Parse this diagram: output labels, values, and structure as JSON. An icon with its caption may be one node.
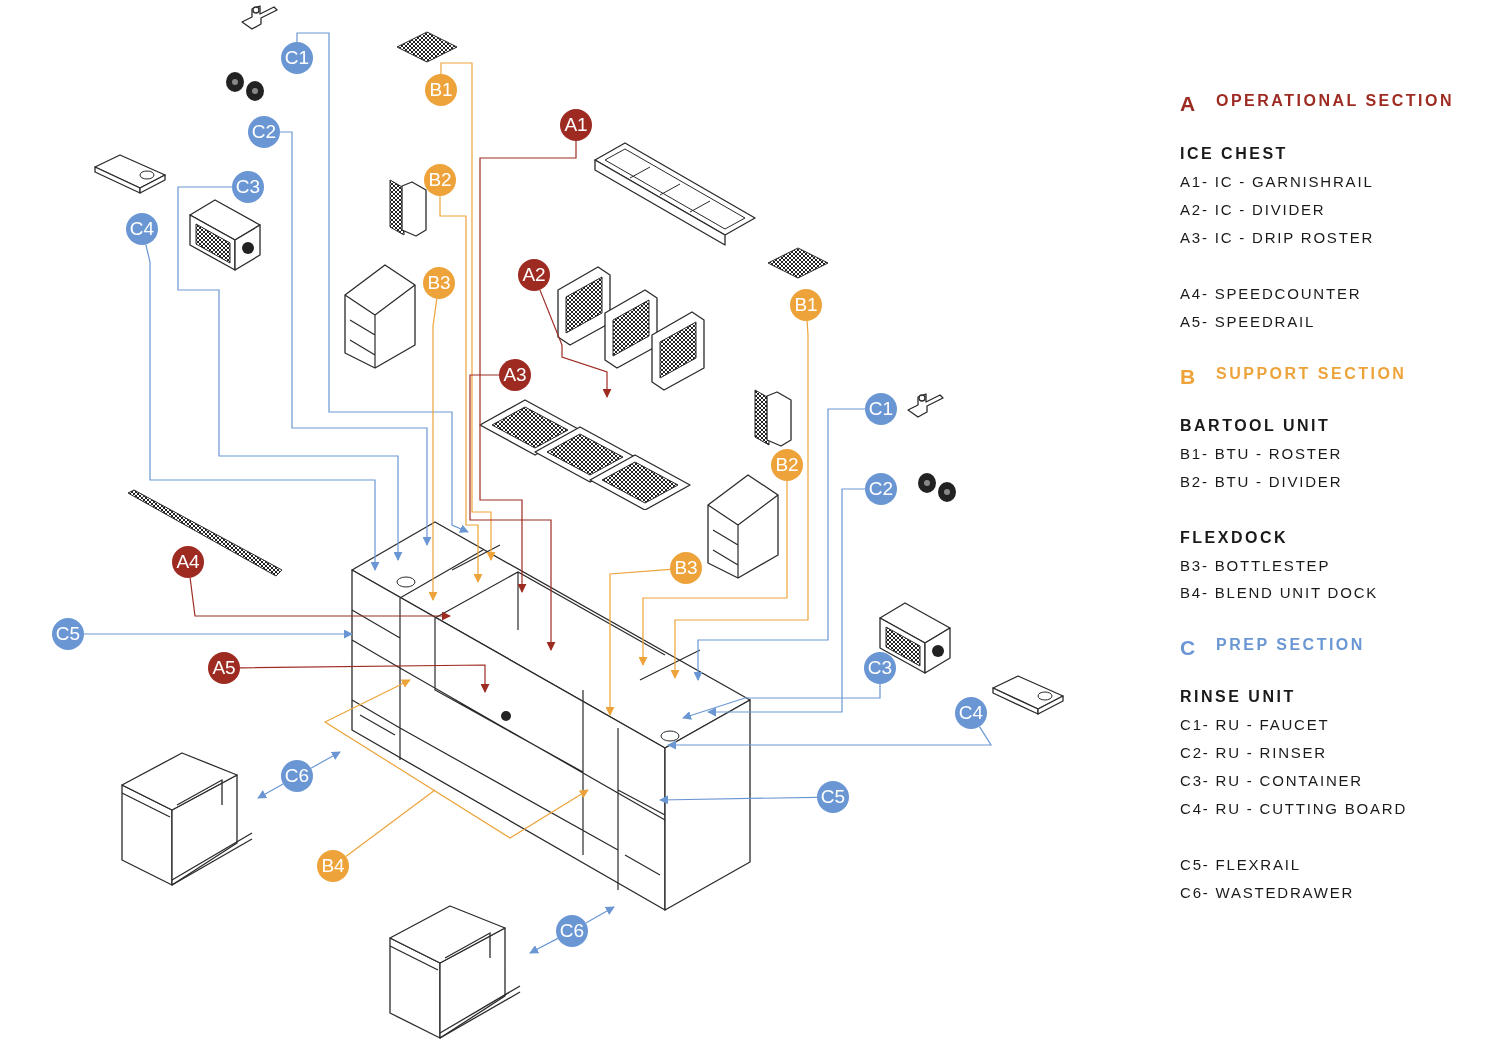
{
  "diagram": {
    "nodes": [
      {
        "text": [
          "C1"
        ]
      },
      {
        "text": [
          "B1"
        ]
      },
      {
        "text": [
          "A1"
        ]
      },
      {
        "text": [
          "C2"
        ]
      },
      {
        "text": [
          "B2"
        ]
      },
      {
        "text": [
          "C3"
        ]
      },
      {
        "text": [
          "C4"
        ]
      },
      {
        "text": [
          "A2"
        ]
      },
      {
        "text": [
          "B3"
        ]
      },
      {
        "text": [
          "B1"
        ]
      },
      {
        "text": [
          "A3"
        ]
      },
      {
        "text": [
          "C1"
        ]
      },
      {
        "text": [
          "B2"
        ]
      },
      {
        "text": [
          "C2"
        ]
      },
      {
        "text": [
          "A4"
        ]
      },
      {
        "text": [
          "B3"
        ]
      },
      {
        "text": [
          "C5"
        ]
      },
      {
        "text": [
          "C3"
        ]
      },
      {
        "text": [
          "A5"
        ]
      },
      {
        "text": [
          "C4"
        ]
      },
      {
        "text": [
          "C6"
        ]
      },
      {
        "text": [
          "C5"
        ]
      },
      {
        "text": [
          "B4"
        ]
      },
      {
        "text": [
          "C6"
        ]
      },
      {
        "text": [],
        "shape": "picture"
      },
      {
        "text": [],
        "shape": "picture"
      },
      {
        "text": [],
        "shape": "picture"
      },
      {
        "text": [],
        "shape": "picture"
      }
    ],
    "edges": [
      {
        "from": 0,
        "to": 24,
        "arrow": "to"
      },
      {
        "from": 1,
        "to": 24,
        "arrow": "to",
        "color": "#eda33a"
      },
      {
        "from": 2,
        "to": 24,
        "arrow": "to",
        "color": "#9e2b22"
      },
      {
        "from": 3,
        "to": 24,
        "arrow": "to"
      },
      {
        "from": 4,
        "to": 24,
        "arrow": "to",
        "color": "#eda33a"
      },
      {
        "from": 5,
        "to": 24,
        "arrow": "to"
      },
      {
        "from": 6,
        "to": 24,
        "arrow": "to"
      },
      {
        "from": 7,
        "to": 27,
        "arrow": "to",
        "color": "#9e2b22"
      },
      {
        "from": 8,
        "to": 24,
        "arrow": "to",
        "color": "#eda33a"
      },
      {
        "from": 9,
        "to": 24,
        "arrow": "to",
        "color": "#eda33a"
      },
      {
        "from": 10,
        "to": 24,
        "arrow": "to",
        "color": "#9e2b22"
      },
      {
        "from": 11,
        "to": 24,
        "arrow": "to"
      },
      {
        "from": 12,
        "to": 24,
        "arrow": "to",
        "color": "#eda33a"
      },
      {
        "from": 13,
        "to": 24,
        "arrow": "to"
      },
      {
        "from": 14,
        "to": 24,
        "arrow": "to",
        "color": "#9e2b22"
      },
      {
        "from": 15,
        "to": 24,
        "arrow": "to",
        "color": "#eda33a"
      },
      {
        "from": 16,
        "to": 24,
        "arrow": "to"
      },
      {
        "from": 17,
        "to": 24,
        "arrow": "to"
      },
      {
        "from": 18,
        "to": 24,
        "arrow": "to",
        "color": "#9e2b22"
      },
      {
        "from": 19,
        "to": 24,
        "arrow": "to"
      },
      {
        "from": 20,
        "to": 25,
        "arrow": "to"
      },
      {
        "from": 20,
        "to": 24,
        "arrow": "to"
      },
      {
        "from": 21,
        "to": 24,
        "arrow": "to"
      },
      {
        "from": 22,
        "to": 24,
        "arrow": "none",
        "color": "#eda33a"
      },
      {
        "from": 23,
        "to": 26,
        "arrow": "to"
      },
      {
        "from": 23,
        "to": 24,
        "arrow": "to"
      }
    ],
    "labels": [
      "A",
      "OPERATIONAL SECTION",
      "ICE CHEST",
      "A1- IC - GARNISHRAIL",
      "A2- IC - DIVIDER",
      "A3- IC - DRIP ROSTER",
      "A4- SPEEDCOUNTER",
      "A5- SPEEDRAIL",
      "B",
      "SUPPORT SECTION",
      "BARTOOL UNIT",
      "B1- BTU - ROSTER",
      "B2- BTU - DIVIDER",
      "FLEXDOCK",
      "B3- BOTTLESTEP",
      "B4- BLEND UNIT DOCK",
      "C",
      "PREP SECTION",
      "RINSE UNIT",
      "C1- RU - FAUCET",
      "C2- RU - RINSER",
      "C3- RU - CONTAINER",
      "C4- RU - CUTTING BOARD",
      "C5- FLEXRAIL",
      "C6- WASTEDRAWER"
    ]
  }
}
